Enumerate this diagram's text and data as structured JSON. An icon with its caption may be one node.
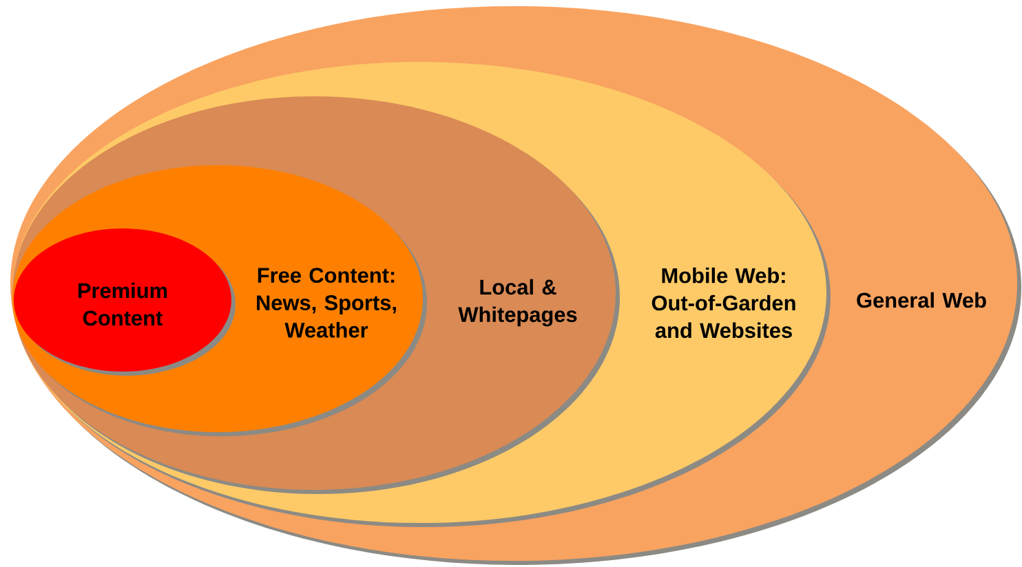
{
  "diagram": {
    "nodes": [
      {
        "text": [
          "General Web"
        ]
      },
      {
        "text": [
          "Mobile Web: Out-of-Garden and Websites"
        ],
        "in": 0
      },
      {
        "text": [
          "Local & Whitepages"
        ],
        "in": 1
      },
      {
        "text": [
          "Free Content: News, Sports, Weather"
        ],
        "in": 2
      },
      {
        "text": [
          "Premium Content"
        ],
        "in": 3
      }
    ]
  }
}
